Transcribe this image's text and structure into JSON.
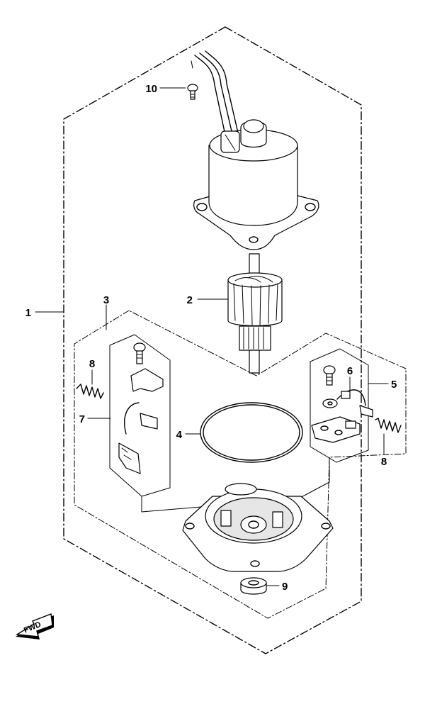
{
  "callouts": {
    "c1": "1",
    "c2": "2",
    "c3": "3",
    "c4": "4",
    "c5": "5",
    "c6": "6",
    "c7": "7",
    "c8a": "8",
    "c8b": "8",
    "c9": "9",
    "c10": "10"
  },
  "fwd_badge": {
    "label": "FWD",
    "icon": "fwd-arrow-icon"
  },
  "colors": {
    "ink": "#000000",
    "paper": "#ffffff",
    "shade": "#e6e6e6"
  }
}
